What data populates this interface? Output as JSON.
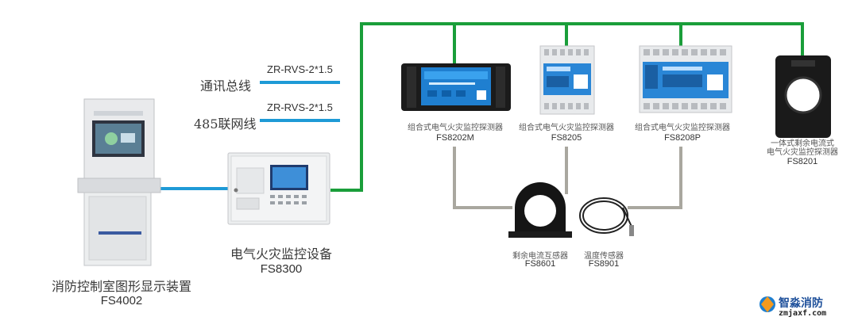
{
  "cable_labels": {
    "comm_bus": {
      "cable": "ZR-RVS-2*1.5",
      "name": "通讯总线"
    },
    "rs485": {
      "cable": "ZR-RVS-2*1.5",
      "name": "485联网线"
    }
  },
  "devices": {
    "display": {
      "name": "消防控制室图形显示装置",
      "model": "FS4002"
    },
    "monitor": {
      "name": "电气火灾监控设备",
      "model": "FS8300"
    },
    "det1": {
      "name": "组合式电气火灾监控探测器",
      "model": "FS8202M"
    },
    "det2": {
      "name": "组合式电气火灾监控探测器",
      "model": "FS8205"
    },
    "det3": {
      "name": "组合式电气火灾监控探测器",
      "model": "FS8208P"
    },
    "det4": {
      "name_line1": "一体式剩余电流式",
      "name_line2": "电气火灾监控探测器",
      "model": "FS8201"
    },
    "ct": {
      "name": "剩余电流互感器",
      "model": "FS8601"
    },
    "temp": {
      "name": "温度传感器",
      "model": "FS8901"
    }
  },
  "logo": {
    "name": "智淼消防",
    "url": "zmjaxf.com"
  },
  "colors": {
    "green": "#1a9e3a",
    "blue": "#1e9ad6",
    "gray": "#a9a79f"
  }
}
